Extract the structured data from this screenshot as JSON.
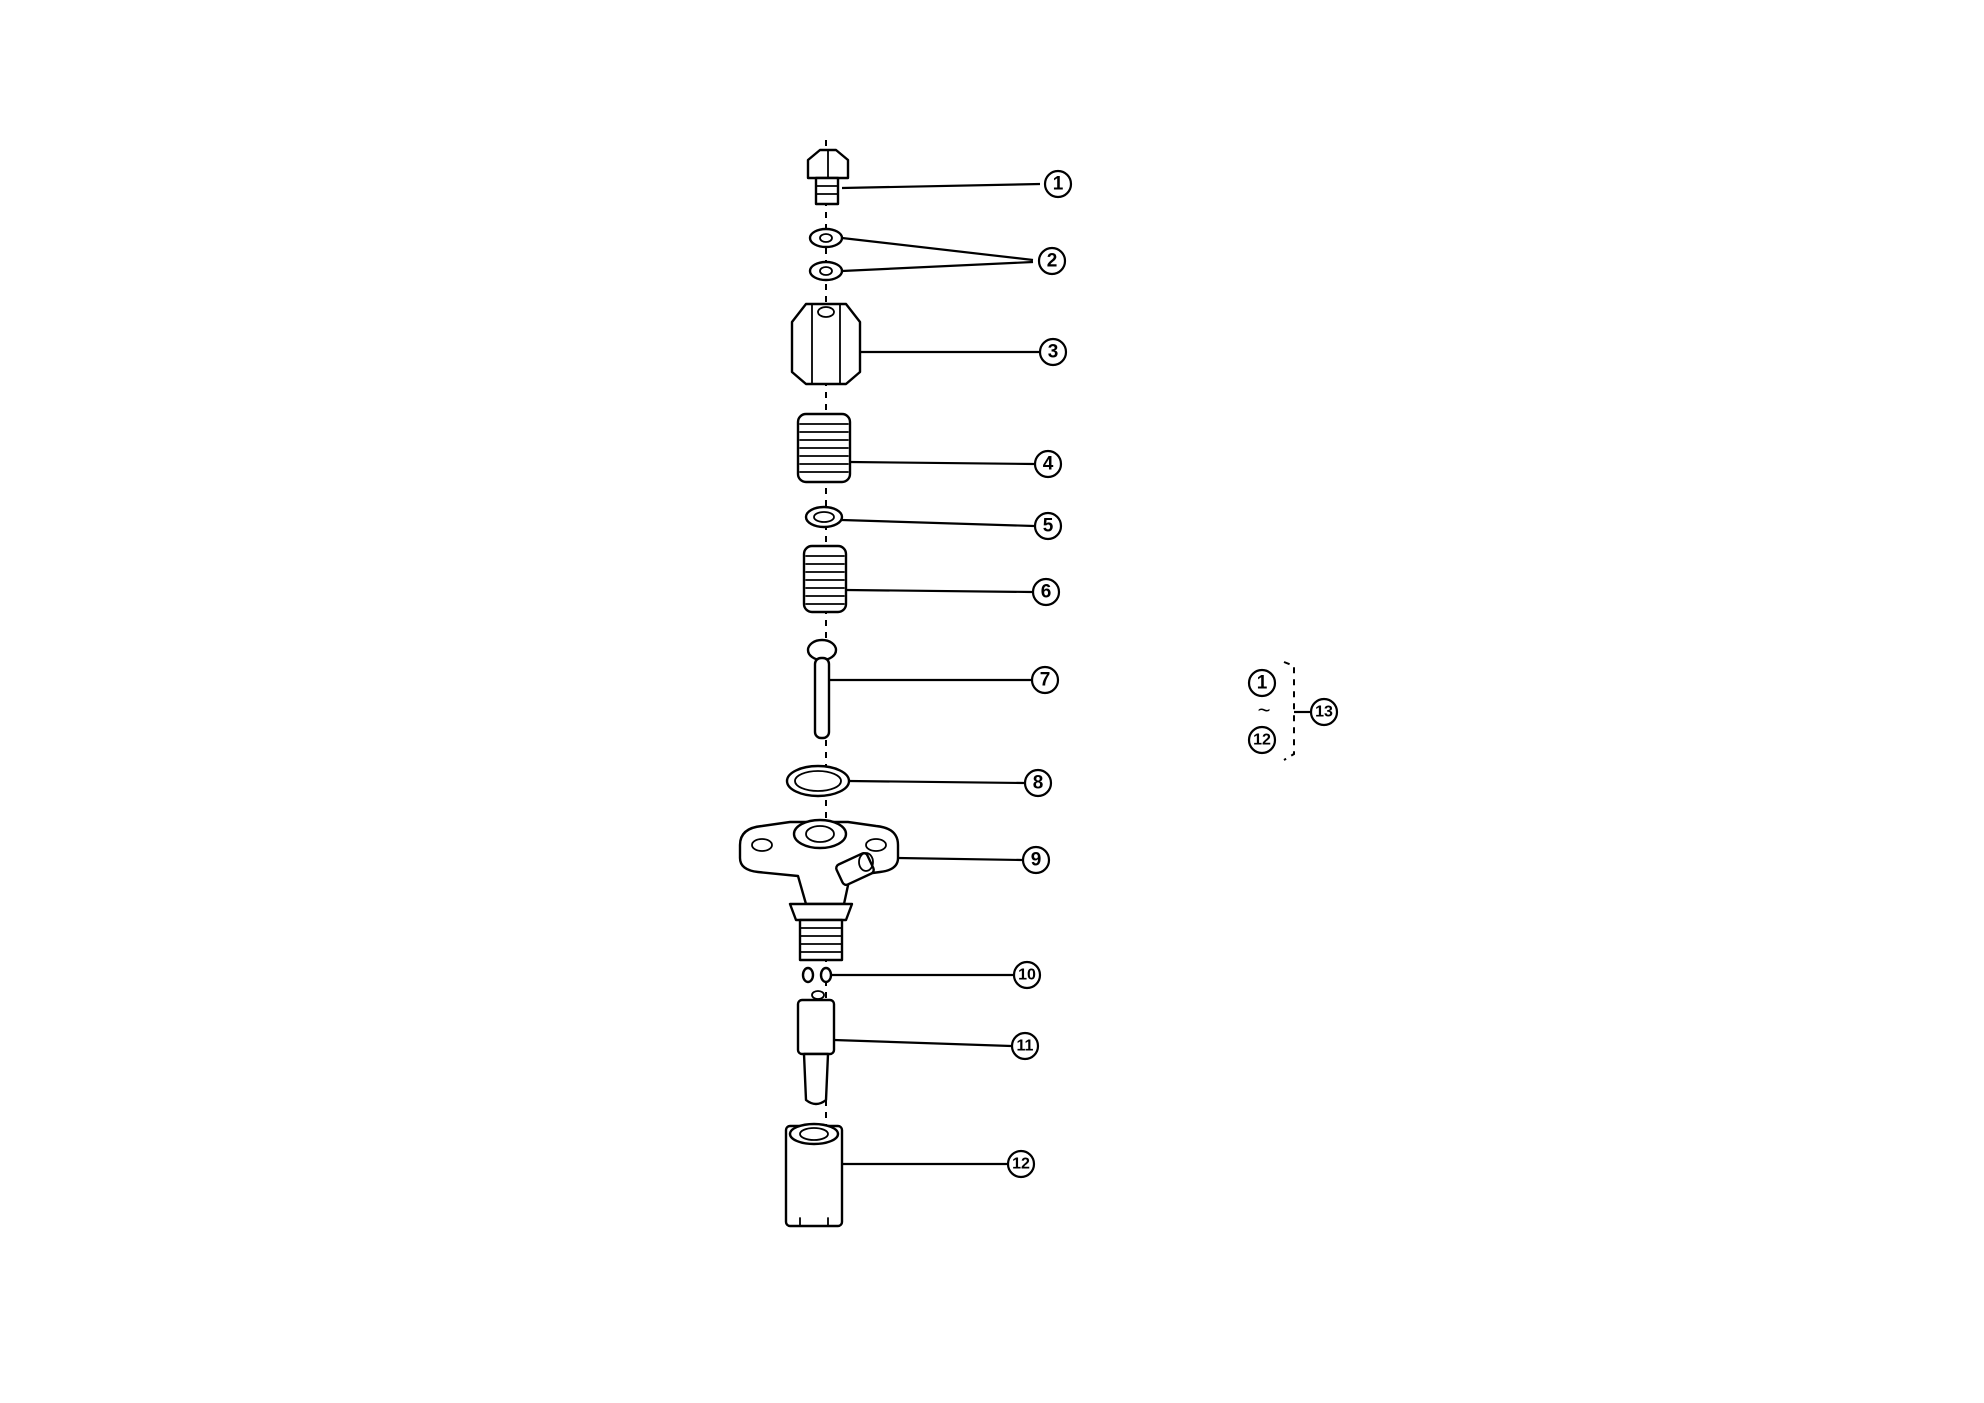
{
  "callouts": [
    {
      "id": "1",
      "label": "1"
    },
    {
      "id": "2",
      "label": "2"
    },
    {
      "id": "3",
      "label": "3"
    },
    {
      "id": "4",
      "label": "4"
    },
    {
      "id": "5",
      "label": "5"
    },
    {
      "id": "6",
      "label": "6"
    },
    {
      "id": "7",
      "label": "7"
    },
    {
      "id": "8",
      "label": "8"
    },
    {
      "id": "9",
      "label": "9"
    },
    {
      "id": "10",
      "label": "10"
    },
    {
      "id": "11",
      "label": "11"
    },
    {
      "id": "12",
      "label": "12"
    }
  ],
  "assembly": {
    "range_start": "1",
    "range_separator": "~",
    "range_end": "12",
    "assembly_label": "13"
  }
}
